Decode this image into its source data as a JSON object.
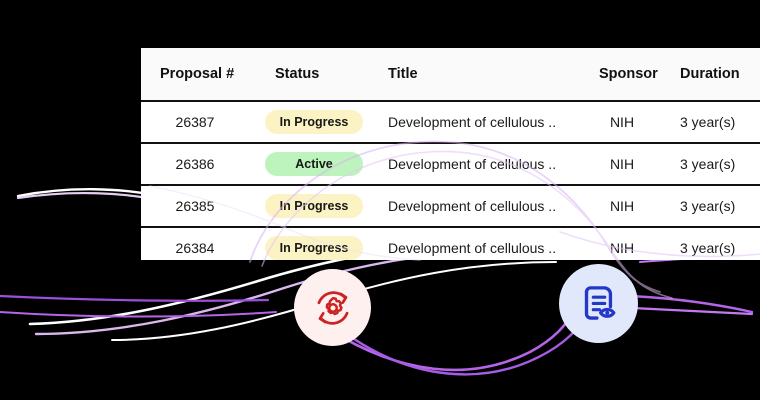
{
  "background_color": "#000000",
  "table": {
    "background": "#ffffff",
    "header_background": "#fafafa",
    "columns": [
      {
        "key": "proposal_number",
        "label": "Proposal #"
      },
      {
        "key": "status",
        "label": "Status"
      },
      {
        "key": "title",
        "label": "Title"
      },
      {
        "key": "sponsor",
        "label": "Sponsor"
      },
      {
        "key": "duration",
        "label": "Duration"
      }
    ],
    "rows": [
      {
        "proposal_number": "26387",
        "status": "In Progress",
        "status_color": "#fcf3c4",
        "title": "Development of cellulous ..",
        "sponsor": "NIH",
        "duration": "3 year(s)"
      },
      {
        "proposal_number": "26386",
        "status": "Active",
        "status_color": "#bdf4bd",
        "title": "Development of cellulous ..",
        "sponsor": "NIH",
        "duration": "3 year(s)"
      },
      {
        "proposal_number": "26385",
        "status": "In Progress",
        "status_color": "#fcf3c4",
        "title": "Development of cellulous ..",
        "sponsor": "NIH",
        "duration": "3 year(s)"
      },
      {
        "proposal_number": "26384",
        "status": "In Progress",
        "status_color": "#fcf3c4",
        "title": "Development of cellulous ..",
        "sponsor": "NIH",
        "duration": "3 year(s)"
      }
    ]
  },
  "icons": [
    {
      "name": "sync-gear-icon",
      "bubble_color": "#fdf0ee",
      "glyph_color": "#cc2222"
    },
    {
      "name": "document-review-icon",
      "bubble_color": "#e2e8fb",
      "glyph_color": "#2337c9"
    }
  ],
  "decor": {
    "curve_white": "#ffffff",
    "curve_lavender": "#e6cdf2",
    "curve_purple": "#b565e8",
    "curve_violet": "#9a4fe0"
  }
}
